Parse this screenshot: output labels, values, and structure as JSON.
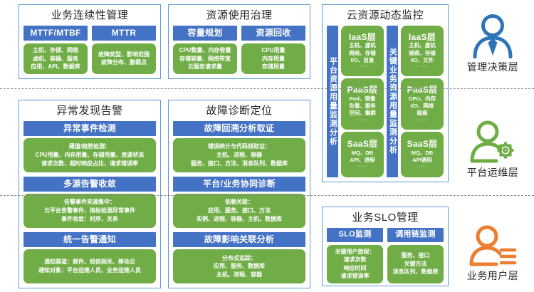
{
  "diagram": {
    "title": "Cloud operations monitoring architecture",
    "colors": {
      "blue": "#4472C4",
      "green": "#70AD47",
      "panel_border": "#5B9BD5",
      "orange": "#ED7D31",
      "divider": "#8a8a8a"
    }
  },
  "panels": {
    "business_continuity": {
      "title": "业务连续性管理",
      "columns": [
        {
          "header": "MTTF/MTBF",
          "lines": [
            "主机、存储、网络",
            "虚机、容器、服务",
            "应用，API，数据库"
          ]
        },
        {
          "header": "MTTR",
          "lines": [
            "故障类型、影响范围",
            "故障分布、脆弱点"
          ]
        }
      ]
    },
    "resource_governance": {
      "title": "资源使用治理",
      "columns": [
        {
          "header": "容量规划",
          "lines": [
            "CPU数量、内存容量",
            "存储容量、网络带宽",
            "云服务请求量"
          ]
        },
        {
          "header": "资源回收",
          "lines": [
            "CPU用量",
            "内存用量",
            "存储用量"
          ]
        }
      ]
    },
    "cloud_monitor": {
      "title": "云资源动态监控",
      "groups": [
        {
          "vertical_label": "平台资源用量监测分析",
          "layers": [
            {
              "name": "IaaS层",
              "lines": [
                "主机、虚机",
                "网络、存储",
                "I/O、目录"
              ],
              "dots": "······"
            },
            {
              "name": "PaaS层",
              "lines": [
                "Pod、镜像",
                "负载、服务",
                "空间、集群"
              ],
              "dots": "······"
            },
            {
              "name": "SaaS层",
              "lines": [
                "MQ、DB",
                "API、进程"
              ],
              "dots": "······"
            }
          ]
        },
        {
          "vertical_label": "关键业务资源用量监测分析",
          "layers": [
            {
              "name": "IaaS层",
              "lines": [
                "主机、虚机",
                "链路、存储",
                "I/O、文件"
              ],
              "dots": "······"
            },
            {
              "name": "PaaS层",
              "lines": [
                "CPU、内存",
                "I/O、网络",
                "磁盘"
              ],
              "dots": "······"
            },
            {
              "name": "SaaS层",
              "lines": [
                "MQ、DB",
                "API调用"
              ],
              "dots": "······"
            }
          ]
        }
      ]
    },
    "anomaly_alert": {
      "title": "异常发现告警",
      "sections": [
        {
          "header": "异常事件检测",
          "lines": [
            "阈值/趋势检测：",
            "CPU用量、内存用量、存储用量、资源状态",
            "请求次数、超时响应占比、请求错误率"
          ]
        },
        {
          "header": "多源告警收敛",
          "lines": [
            "告警事件来源集中：",
            "云平台告警事件、指标检测异常事件",
            "事件收敛：时序、关系"
          ]
        },
        {
          "header": "统一告警通知",
          "lines": [
            "通知渠道：邮件、短信网关、移动云",
            "通知对象：平台运维人员、业务运维人员"
          ]
        }
      ]
    },
    "fault_diagnosis": {
      "title": "故障诊断定位",
      "sections": [
        {
          "header": "故障回溯分析取证",
          "lines": [
            "错误统计与代码栈取证：",
            "主机、进程、容器",
            "服务、接口、方法、消息队列、数据库"
          ]
        },
        {
          "header": "平台/业务协同诊断",
          "lines": [
            "依赖关联：",
            "应用、服务、接口、方法",
            "实例、进程、容器、主机、数据库"
          ]
        },
        {
          "header": "故障影响关联分析",
          "lines": [
            "分布式追踪：",
            "应用、服务、数据库",
            "主机、进程、容器"
          ]
        }
      ]
    },
    "business_slo": {
      "title": "业务SLO管理",
      "columns": [
        {
          "header": "SLO监测",
          "lines": [
            "关键用户旅程：",
            "请求次数",
            "响应时间",
            "请求错误率"
          ]
        },
        {
          "header": "调用链监测",
          "lines": [
            "服务、接口",
            "关键方法",
            "消息队列、数据库"
          ]
        }
      ]
    }
  },
  "personas": [
    {
      "label": "管理决策层",
      "icon": "person-tie-icon",
      "color": "#2E75B6"
    },
    {
      "label": "平台运维层",
      "icon": "person-gear-icon",
      "color": "#70AD47"
    },
    {
      "label": "业务用户层",
      "icon": "person-lines-icon",
      "color": "#ED7D31"
    }
  ]
}
